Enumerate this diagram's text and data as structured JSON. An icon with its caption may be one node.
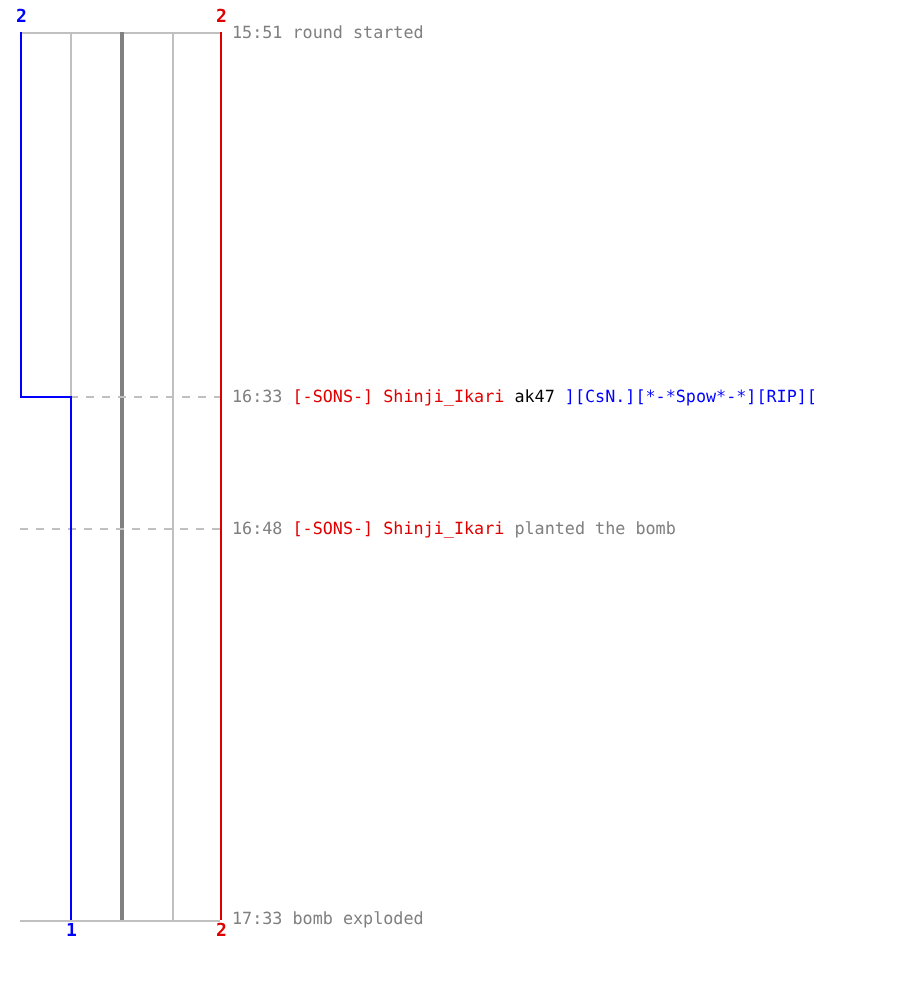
{
  "diagram": {
    "labels": [
      "2",
      "2",
      "15:51",
      "round started",
      "16:33",
      "[-SONS-] Shinji_Ikari",
      "ak47",
      "][CsN.][*-*Spow*-*][RIP][",
      "16:48",
      "[-SONS-] Shinji_Ikari",
      "planted the bomb",
      "17:33",
      "bomb exploded",
      "1",
      "2"
    ]
  }
}
